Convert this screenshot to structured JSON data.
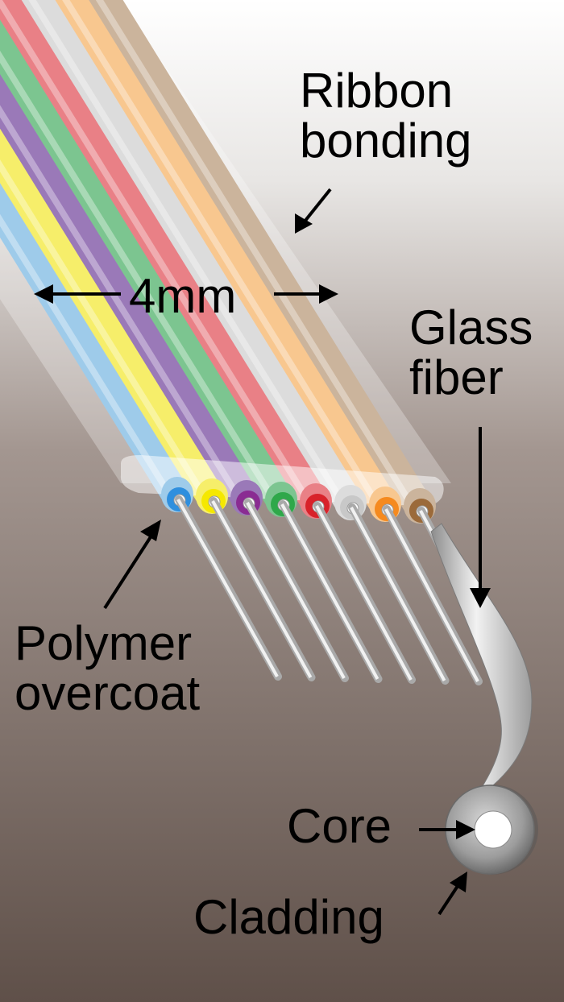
{
  "labels": {
    "ribbon_bonding": [
      "Ribbon",
      "bonding"
    ],
    "width": "4mm",
    "glass_fiber": [
      "Glass",
      "fiber"
    ],
    "polymer_overcoat": [
      "Polymer",
      "overcoat"
    ],
    "core": "Core",
    "cladding": "Cladding"
  },
  "fibers": [
    {
      "name": "blue",
      "color": "#9ecbea",
      "ring": "#2f8fde"
    },
    {
      "name": "yellow",
      "color": "#f6ee6a",
      "ring": "#f5e800"
    },
    {
      "name": "purple",
      "color": "#9a79b8",
      "ring": "#8a2c92"
    },
    {
      "name": "green",
      "color": "#7cc590",
      "ring": "#2fa84a"
    },
    {
      "name": "red",
      "color": "#e98086",
      "ring": "#d8222a"
    },
    {
      "name": "white",
      "color": "#dcdcdc",
      "ring": "#c8c8c8"
    },
    {
      "name": "orange",
      "color": "#f8c78f",
      "ring": "#f58a1f"
    },
    {
      "name": "brown",
      "color": "#cbb49c",
      "ring": "#9b6a3a"
    }
  ],
  "colors": {
    "background_top": "#ffffff",
    "background_bottom": "#5f5049",
    "glass": "#e6e6e6",
    "label": "#000000"
  }
}
